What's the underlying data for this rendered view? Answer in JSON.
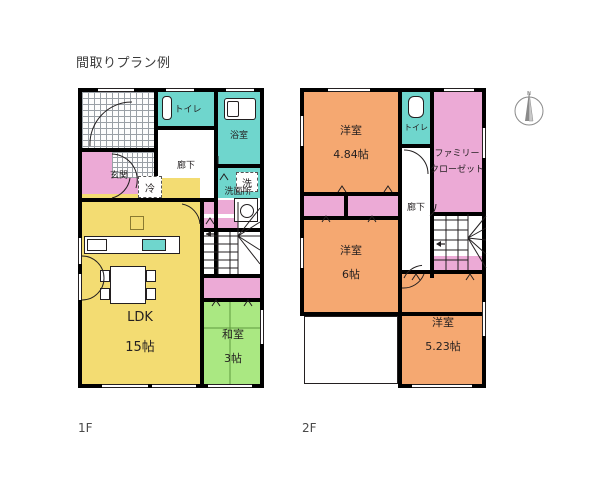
{
  "title": "間取りプラン例",
  "floors": [
    {
      "id": "1F",
      "label": "1F"
    },
    {
      "id": "2F",
      "label": "2F"
    }
  ],
  "colors": {
    "ldk_yellow": "#f3dc72",
    "tatami_green": "#aae882",
    "water_teal": "#6fd6cd",
    "closet_pink": "#ecaad6",
    "room_orange": "#f5a871",
    "wall_black": "#000000",
    "white": "#ffffff"
  },
  "floor1": {
    "label": "1F",
    "rooms": [
      {
        "name": "ldk",
        "label": "LDK",
        "size": "15帖",
        "color": "#f3dc72"
      },
      {
        "name": "washitsu",
        "label": "和室",
        "size": "3帖",
        "color": "#aae882"
      },
      {
        "name": "genkan",
        "label": "玄関",
        "color": "#ffffff"
      },
      {
        "name": "rouka",
        "label": "廊下",
        "color": "#ffffff"
      },
      {
        "name": "toilet",
        "label": "トイレ",
        "color": "#6fd6cd"
      },
      {
        "name": "yokushitsu",
        "label": "浴室",
        "color": "#6fd6cd"
      },
      {
        "name": "senmenjo",
        "label": "洗面所",
        "color": "#6fd6cd"
      }
    ],
    "fixtures": [
      {
        "name": "washer",
        "label": "洗"
      },
      {
        "name": "refrigerator",
        "label": "冷"
      }
    ]
  },
  "floor2": {
    "label": "2F",
    "rooms": [
      {
        "name": "yoshitsu-north",
        "label": "洋室",
        "size": "4.84帖",
        "color": "#f5a871"
      },
      {
        "name": "yoshitsu-middle",
        "label": "洋室",
        "size": "6帖",
        "color": "#f5a871"
      },
      {
        "name": "yoshitsu-south",
        "label": "洋室",
        "size": "5.23帖",
        "color": "#f5a871"
      },
      {
        "name": "family-closet",
        "label_line1": "ファミリー",
        "label_line2": "クローゼット",
        "color": "#ecaad6"
      },
      {
        "name": "toilet",
        "label": "トイレ",
        "color": "#6fd6cd"
      },
      {
        "name": "rouka",
        "label": "廊下",
        "color": "#ffffff"
      }
    ]
  },
  "compass": {
    "name": "north-compass",
    "label": "N"
  }
}
